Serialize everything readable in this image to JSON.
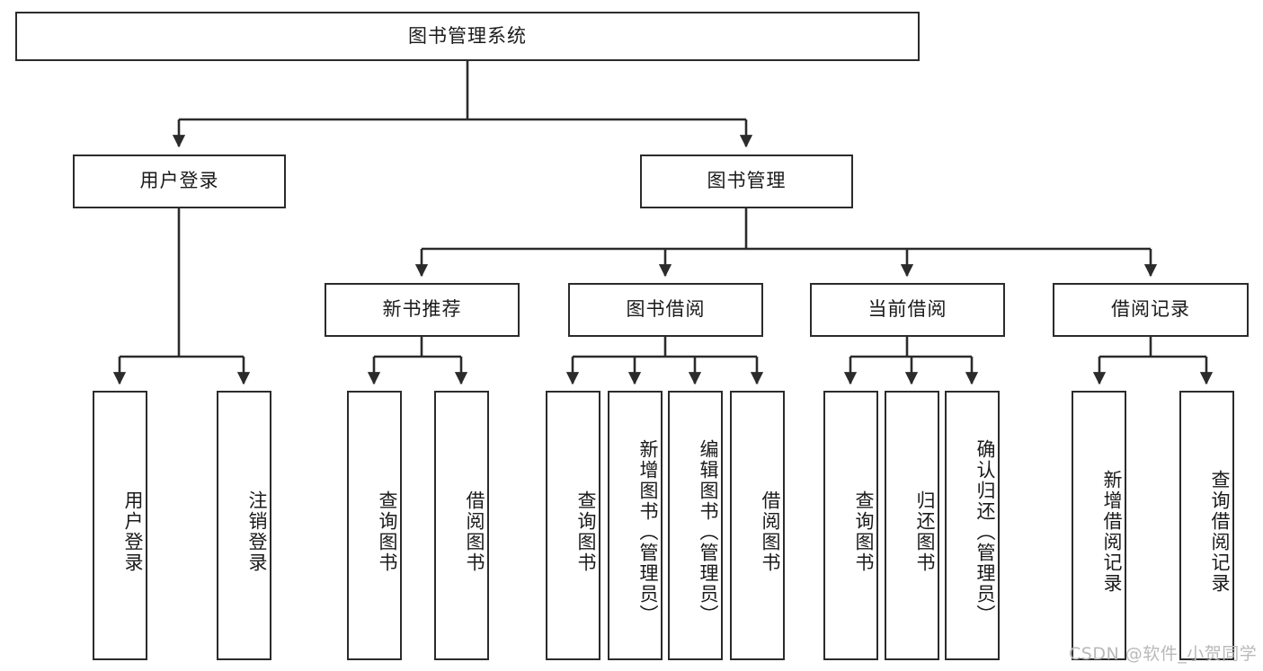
{
  "diagram": {
    "title": "图书管理系统",
    "type": "tree-hierarchy-chart",
    "orientation": "top-down",
    "line_color": "#2b2b2b",
    "box_fill": "#ffffff",
    "text_color": "#1a1a1a"
  },
  "watermark": {
    "text": "CSDN @软件_小贺同学",
    "color": "#b9b9b9"
  },
  "nodes": {
    "root": {
      "label": "图书管理系统",
      "level": 1
    },
    "user_login": {
      "label": "用户登录",
      "level": 2
    },
    "book_manage": {
      "label": "图书管理",
      "level": 2
    },
    "new_book_rec": {
      "label": "新书推荐",
      "level": 3
    },
    "book_borrow": {
      "label": "图书借阅",
      "level": 3
    },
    "current_borrow": {
      "label": "当前借阅",
      "level": 3
    },
    "borrow_record": {
      "label": "借阅记录",
      "level": 3
    },
    "leaf_user_login": {
      "label": "用户登录",
      "level": 3
    },
    "leaf_logout": {
      "label": "注销登录",
      "level": 3
    },
    "leaf_query_book_1": {
      "label": "查询图书",
      "level": 4
    },
    "leaf_borrow_book_1": {
      "label": "借阅图书",
      "level": 4
    },
    "leaf_query_book_2": {
      "label": "查询图书",
      "level": 4
    },
    "leaf_add_book": {
      "label": "新增图书（管理员）",
      "level": 4
    },
    "leaf_edit_book": {
      "label": "编辑图书（管理员）",
      "level": 4
    },
    "leaf_borrow_book_2": {
      "label": "借阅图书",
      "level": 4
    },
    "leaf_query_book_3": {
      "label": "查询图书",
      "level": 4
    },
    "leaf_return_book": {
      "label": "归还图书",
      "level": 4
    },
    "leaf_confirm_return": {
      "label": "确认归还（管理员）",
      "level": 4
    },
    "leaf_add_record": {
      "label": "新增借阅记录",
      "level": 4
    },
    "leaf_query_record": {
      "label": "查询借阅记录",
      "level": 4
    }
  }
}
